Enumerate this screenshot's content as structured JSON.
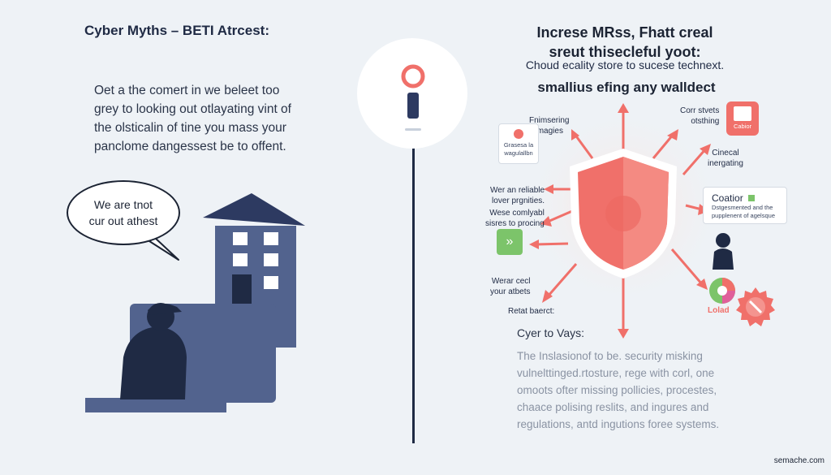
{
  "left": {
    "title": "Cyber Myths – BETI Atrcest:",
    "paragraph": [
      "Oet a the comert in we beleet too",
      "grey to looking out otlayating vint of",
      "the olsticalin of tine you mass your",
      "panclome dangessest be to offent."
    ],
    "bubble": [
      "We are tnot",
      "cur out athest"
    ]
  },
  "right": {
    "title": [
      "Increse MRss, Fhatt creal",
      "sreut thisecleful yoot:"
    ],
    "subtitle": "Choud ecality store to sucese technext.",
    "heading": "smallius efing any walldect",
    "labels": {
      "frimsering": [
        "Fnimsering",
        "imagies"
      ],
      "card1": [
        "Grasesa la",
        "wagulallbn"
      ],
      "corr": [
        "Corr stvets",
        "otsthing"
      ],
      "cabior": "Cabior",
      "cinecal": [
        "Cinecal",
        "inergating"
      ],
      "reliable": [
        "Wer an reliable",
        "lover prgnities."
      ],
      "comlyabl": [
        "Wese comlyabl",
        "sisres to procing"
      ],
      "coation_title": "Coatior",
      "coation_text": [
        "Dstgesmented and the",
        "pupplenent of agelsque"
      ],
      "wever": [
        "Werar cecl",
        "your atbets"
      ],
      "retat": "Retat baerct:",
      "lolad": "Lolad"
    },
    "ways_title": "Cyer to Vays:",
    "ways_paragraph": [
      "The Inslasionof to be. security misking",
      "vulnelttinged.rtosture, rege with corl, one",
      "omoots ofter missing pollicies, procestes,",
      "chaace polising reslits, and ingures and",
      "regulations, antd ingutions foree systems."
    ]
  },
  "footer": "semache.com",
  "colors": {
    "background": "#eef2f6",
    "navy": "#1f2a44",
    "building": "#52638e",
    "coral": "#f0706a",
    "shield_light": "#ffd0c8",
    "green": "#7cc46a"
  }
}
